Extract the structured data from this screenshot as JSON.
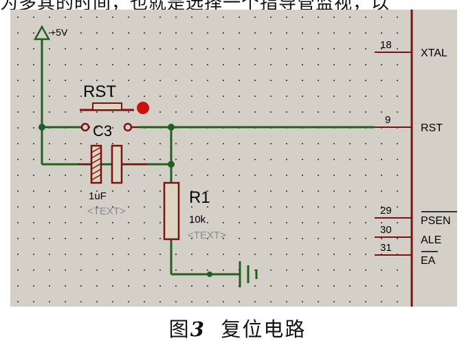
{
  "page_top_text": "为多其的时间，也就是选择一个指导管监视，以",
  "caption": {
    "prefix": "图",
    "number": "3",
    "title": "复位电路"
  },
  "schematic": {
    "power": {
      "label": "+5V"
    },
    "switch": {
      "name": "RST"
    },
    "capacitor": {
      "name": "C3",
      "value": "1uF",
      "text_placeholder": "<TEXT>"
    },
    "resistor": {
      "name": "R1",
      "value": "10k",
      "text_placeholder": "<TEXT>"
    },
    "chip_pins": [
      {
        "number": "18",
        "name": "XTAL"
      },
      {
        "number": "9",
        "name": "RST"
      },
      {
        "number": "29",
        "name": "PSEN"
      },
      {
        "number": "30",
        "name": "ALE"
      },
      {
        "number": "31",
        "name": "EA"
      }
    ],
    "colors": {
      "background": "#d4d0c8",
      "wire": "#1f5f1f",
      "component_outline": "#7a1010",
      "component_fill": "#ddd5c0",
      "grid_dot": "#4a4a4a",
      "chip_border": "#7a1010",
      "text_placeholder": "#8a8a8a",
      "switch_dot": "#cc1010"
    }
  }
}
